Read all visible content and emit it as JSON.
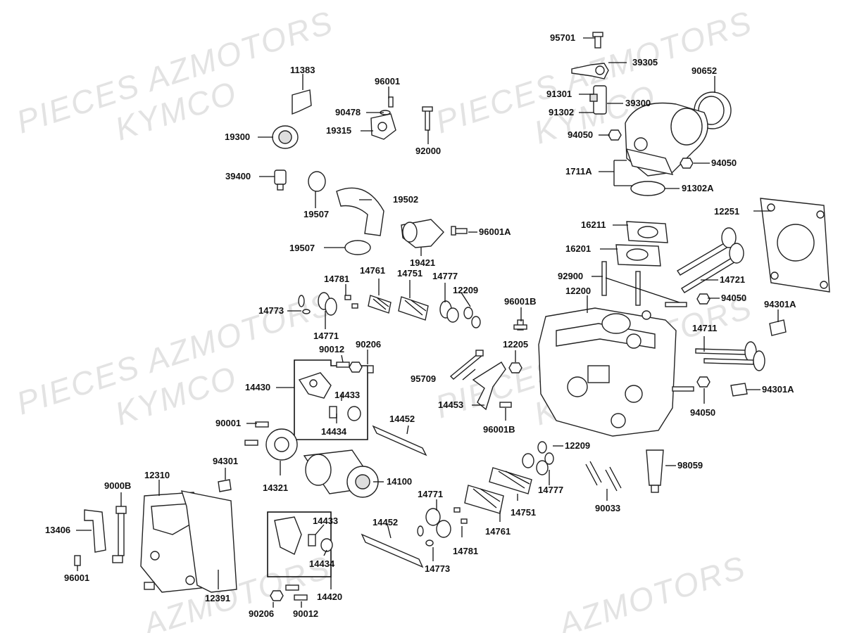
{
  "watermarks": [
    {
      "text": "PIECES AZMOTORS"
    },
    {
      "text": "KYMCO"
    },
    {
      "text": "PIECES AZMOTORS"
    },
    {
      "text": "KYMCO"
    },
    {
      "text": "PIECES AZMOTORS"
    },
    {
      "text": "KYMCO"
    },
    {
      "text": "PIECES AZMOTORS"
    },
    {
      "text": "KYMCO"
    },
    {
      "text": "AZMOTORS"
    },
    {
      "text": "AZMOTORS"
    }
  ],
  "labels": [
    {
      "id": "95701",
      "text": "95701"
    },
    {
      "id": "39305",
      "text": "39305"
    },
    {
      "id": "90652",
      "text": "90652"
    },
    {
      "id": "91301",
      "text": "91301"
    },
    {
      "id": "39300",
      "text": "39300"
    },
    {
      "id": "91302",
      "text": "91302"
    },
    {
      "id": "94050a",
      "text": "94050"
    },
    {
      "id": "94050b",
      "text": "94050"
    },
    {
      "id": "1711A",
      "text": "1711A"
    },
    {
      "id": "91302A",
      "text": "91302A"
    },
    {
      "id": "11383",
      "text": "11383"
    },
    {
      "id": "96001a",
      "text": "96001"
    },
    {
      "id": "90478",
      "text": "90478"
    },
    {
      "id": "19315",
      "text": "19315"
    },
    {
      "id": "19300",
      "text": "19300"
    },
    {
      "id": "92000",
      "text": "92000"
    },
    {
      "id": "39400",
      "text": "39400"
    },
    {
      "id": "19502",
      "text": "19502"
    },
    {
      "id": "19507a",
      "text": "19507"
    },
    {
      "id": "96001A",
      "text": "96001A"
    },
    {
      "id": "19507b",
      "text": "19507"
    },
    {
      "id": "19421",
      "text": "19421"
    },
    {
      "id": "12251",
      "text": "12251"
    },
    {
      "id": "16211",
      "text": "16211"
    },
    {
      "id": "16201",
      "text": "16201"
    },
    {
      "id": "92900",
      "text": "92900"
    },
    {
      "id": "14721",
      "text": "14721"
    },
    {
      "id": "12200",
      "text": "12200"
    },
    {
      "id": "94050c",
      "text": "94050"
    },
    {
      "id": "94301Aa",
      "text": "94301A"
    },
    {
      "id": "96001Ba",
      "text": "96001B"
    },
    {
      "id": "14711",
      "text": "14711"
    },
    {
      "id": "12205",
      "text": "12205"
    },
    {
      "id": "94050d",
      "text": "94050"
    },
    {
      "id": "94301Ab",
      "text": "94301A"
    },
    {
      "id": "14781a",
      "text": "14781"
    },
    {
      "id": "14761a",
      "text": "14761"
    },
    {
      "id": "14751a",
      "text": "14751"
    },
    {
      "id": "14777a",
      "text": "14777"
    },
    {
      "id": "12209a",
      "text": "12209"
    },
    {
      "id": "14773a",
      "text": "14773"
    },
    {
      "id": "14771a",
      "text": "14771"
    },
    {
      "id": "90012a",
      "text": "90012"
    },
    {
      "id": "90206a",
      "text": "90206"
    },
    {
      "id": "95709",
      "text": "95709"
    },
    {
      "id": "14453",
      "text": "14453"
    },
    {
      "id": "96001Bb",
      "text": "96001B"
    },
    {
      "id": "14430",
      "text": "14430"
    },
    {
      "id": "14433a",
      "text": "14433"
    },
    {
      "id": "14434a",
      "text": "14434"
    },
    {
      "id": "90001",
      "text": "90001"
    },
    {
      "id": "14452a",
      "text": "14452"
    },
    {
      "id": "12209b",
      "text": "12209"
    },
    {
      "id": "98059",
      "text": "98059"
    },
    {
      "id": "94301",
      "text": "94301"
    },
    {
      "id": "14321",
      "text": "14321"
    },
    {
      "id": "14100",
      "text": "14100"
    },
    {
      "id": "12310",
      "text": "12310"
    },
    {
      "id": "9000B",
      "text": "9000B"
    },
    {
      "id": "13406",
      "text": "13406"
    },
    {
      "id": "96001b",
      "text": "96001"
    },
    {
      "id": "12391",
      "text": "12391"
    },
    {
      "id": "14777b",
      "text": "14777"
    },
    {
      "id": "14751b",
      "text": "14751"
    },
    {
      "id": "14761b",
      "text": "14761"
    },
    {
      "id": "90033",
      "text": "90033"
    },
    {
      "id": "14771b",
      "text": "14771"
    },
    {
      "id": "14781b",
      "text": "14781"
    },
    {
      "id": "14773b",
      "text": "14773"
    },
    {
      "id": "14452b",
      "text": "14452"
    },
    {
      "id": "14433b",
      "text": "14433"
    },
    {
      "id": "14434b",
      "text": "14434"
    },
    {
      "id": "14420",
      "text": "14420"
    },
    {
      "id": "90206b",
      "text": "90206"
    },
    {
      "id": "90012b",
      "text": "90012"
    }
  ]
}
